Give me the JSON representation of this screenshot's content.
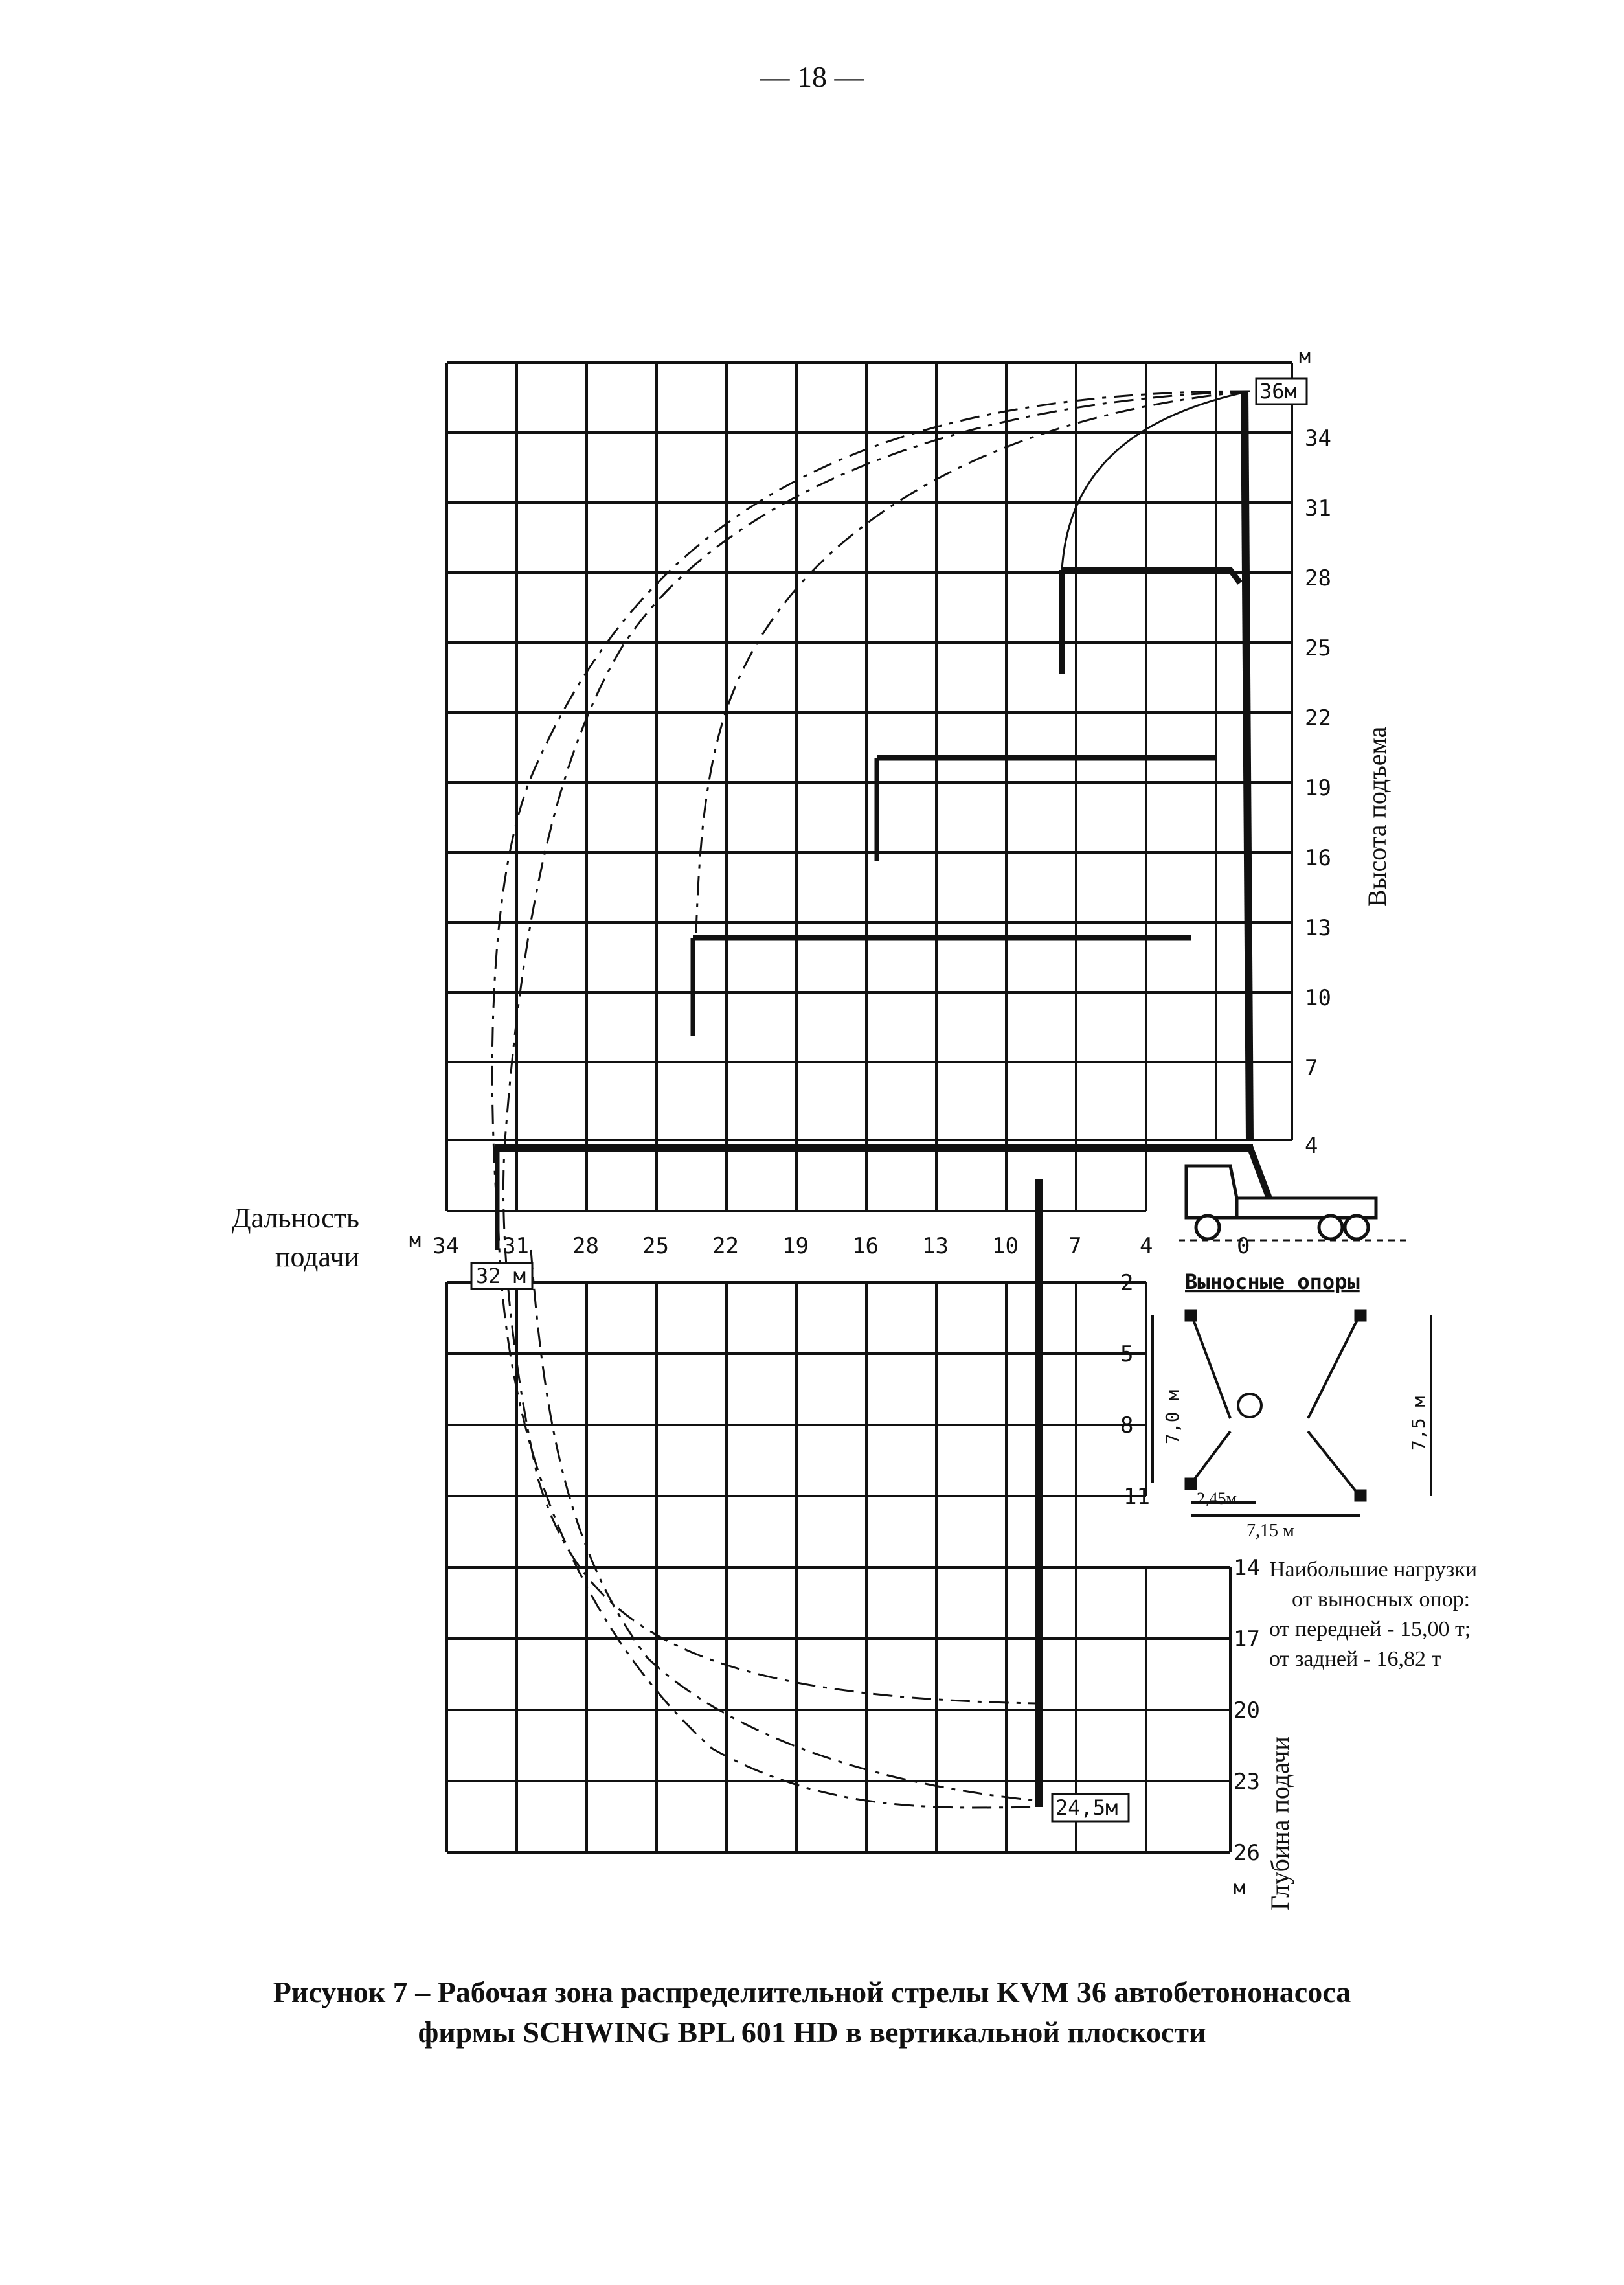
{
  "page": {
    "number": "— 18 —"
  },
  "axes": {
    "top_unit": "м",
    "height_ticks": [
      "34",
      "31",
      "28",
      "25",
      "22",
      "19",
      "16",
      "13",
      "10",
      "7",
      "4"
    ],
    "height_label": "Высота подъема",
    "reach_unit": "м",
    "reach_ticks": [
      "34",
      "31",
      "28",
      "25",
      "22",
      "19",
      "16",
      "13",
      "10",
      "7",
      "4",
      "0"
    ],
    "reach_label_line1": "Дальность",
    "reach_label_line2": "подачи",
    "depth_ticks_upper": [
      "2",
      "5",
      "8",
      "11"
    ],
    "depth_ticks_lower": [
      "14",
      "17",
      "20",
      "23",
      "26"
    ],
    "depth_unit": "м",
    "depth_label": "Глубина подачи"
  },
  "annotations": {
    "max_height": "36м",
    "max_reach": "32 м",
    "max_depth": "24,5м"
  },
  "outriggers": {
    "title": "Выносные опоры",
    "front_span": "7,0 м",
    "rear_span": "7,5 м",
    "front_offset": "2,45м",
    "base": "7,15 м"
  },
  "loads": {
    "line1": "Наибольшие нагрузки",
    "line2": "от выносных опор:",
    "line3": "от передней - 15,00 т;",
    "line4": "от задней - 16,82 т"
  },
  "caption": {
    "lead": "Рисунок 7",
    "rest_line1": " – Рабочая зона распределительной стрелы KVM 36 автобетононасоса",
    "line2": "фирмы SCHWING BPL 601 HD в вертикальной плоскости"
  }
}
